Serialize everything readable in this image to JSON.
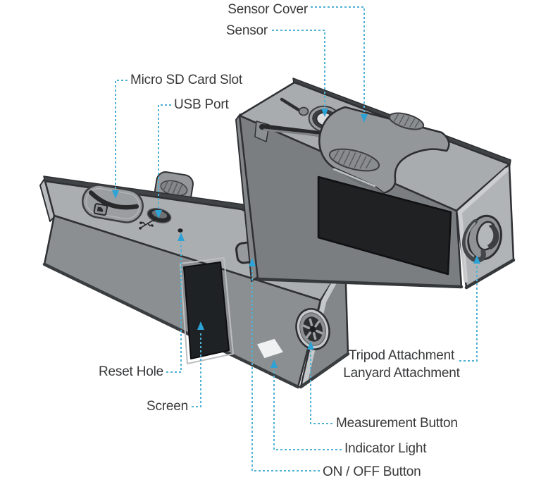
{
  "diagram": {
    "labels": {
      "sensor_cover": "Sensor Cover",
      "sensor": "Sensor",
      "micro_sd_card_slot": "Micro SD Card Slot",
      "usb_port": "USB Port",
      "reset_hole": "Reset Hole",
      "screen": "Screen",
      "tripod_attachment": "Tripod Attachment",
      "lanyard_attachment": "Lanyard Attachment",
      "measurement_button": "Measurement Button",
      "indicator_light": "Indicator Light",
      "on_off_button": "ON / OFF Button"
    },
    "colors": {
      "background": "#ffffff",
      "label_text": "#38393b",
      "connector_dash": "#4fb1d3",
      "arrow_head": "#2ba3d6",
      "body_top": "#abaeb0",
      "body_front": "#8b8f92",
      "body_front_dark": "#7a7e81",
      "body_end_light": "#b1b4b6",
      "screen_panel": "#1f2225",
      "indicator_strip": "#eff1f2",
      "outline": "#2e3033"
    }
  }
}
